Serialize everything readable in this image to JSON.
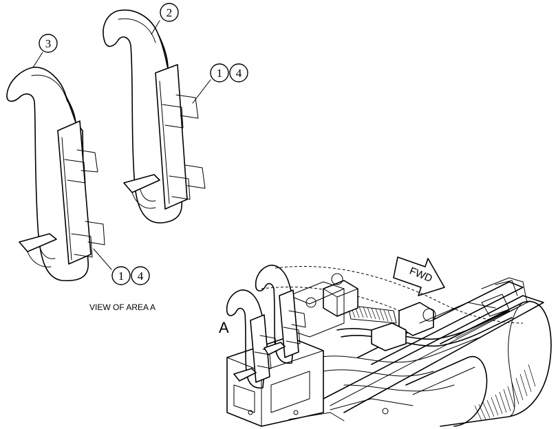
{
  "callouts": {
    "part_2": "2",
    "part_3": "3",
    "part_1_upper": "1",
    "part_4_upper": "4",
    "part_1_lower": "1",
    "part_4_lower": "4"
  },
  "caption": "VIEW OF AREA A",
  "area_label": "A",
  "direction_arrow": "FWD",
  "colors": {
    "line": "#000000",
    "background": "#ffffff"
  }
}
